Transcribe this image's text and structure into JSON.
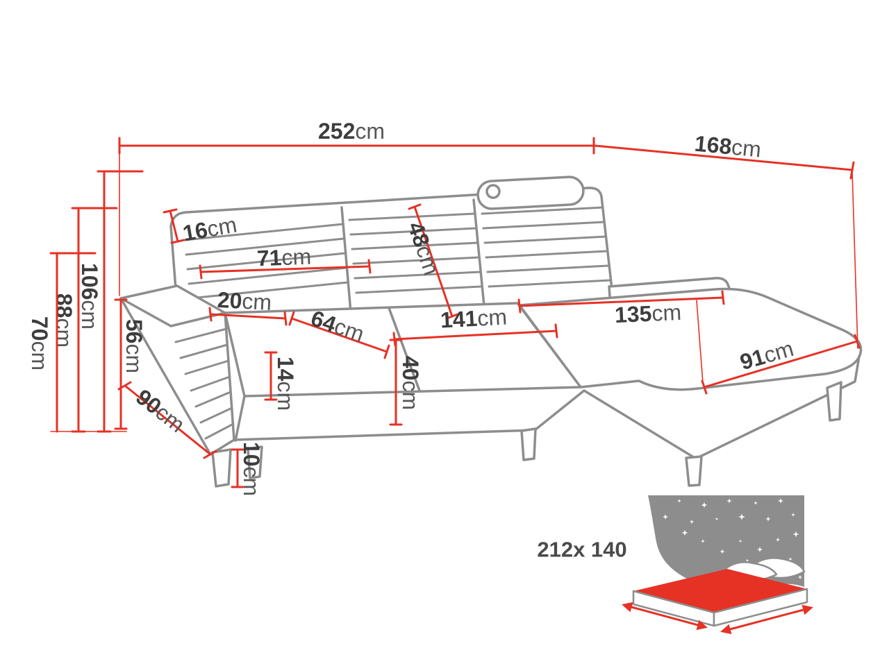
{
  "palette": {
    "line_gray": "#8d8d8d",
    "dim_red": "#e63125",
    "text_dark": "#3d3d3d",
    "unit_gray": "#565656",
    "icon_gray": "#8d8d8d",
    "icon_red": "#e63125",
    "white": "#ffffff"
  },
  "dimensions": {
    "dim_252": {
      "value": "252",
      "unit": "cm"
    },
    "dim_168": {
      "value": "168",
      "unit": "cm"
    },
    "dim_106": {
      "value": "106",
      "unit": "cm"
    },
    "dim_88": {
      "value": "88",
      "unit": "cm"
    },
    "dim_70": {
      "value": "70",
      "unit": "cm"
    },
    "dim_56": {
      "value": "56",
      "unit": "cm"
    },
    "dim_90": {
      "value": "90",
      "unit": "cm"
    },
    "dim_16": {
      "value": "16",
      "unit": "cm"
    },
    "dim_71": {
      "value": "71",
      "unit": "cm"
    },
    "dim_20": {
      "value": "20",
      "unit": "cm"
    },
    "dim_48": {
      "value": "48",
      "unit": "cm"
    },
    "dim_64": {
      "value": "64",
      "unit": "cm"
    },
    "dim_141": {
      "value": "141",
      "unit": "cm"
    },
    "dim_135": {
      "value": "135",
      "unit": "cm"
    },
    "dim_91": {
      "value": "91",
      "unit": "cm"
    },
    "dim_14": {
      "value": "14",
      "unit": "cm"
    },
    "dim_40": {
      "value": "40",
      "unit": "cm"
    },
    "dim_10": {
      "value": "10",
      "unit": "cm"
    }
  },
  "sleeping_area": {
    "size": "212x 140"
  }
}
